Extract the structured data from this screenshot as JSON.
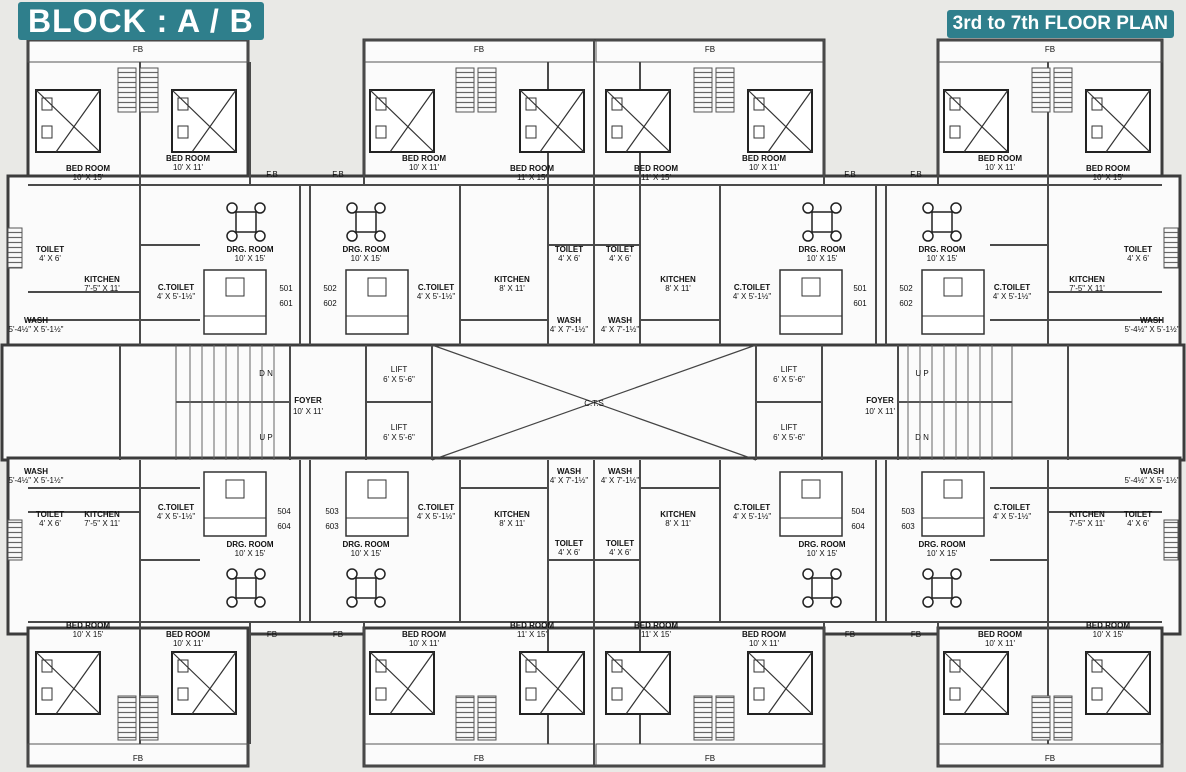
{
  "header": {
    "block_title": "BLOCK : A / B",
    "floor_plan_title": "3rd to 7th FLOOR PLAN"
  },
  "colors": {
    "badge": "#2f7f8c",
    "background": "#e9e9e6",
    "wall": "#4a4a4a"
  },
  "labels": {
    "fb": "FB",
    "fb_dot": "F.B",
    "lift_name": "LIFT",
    "lift_size": "6' X 5'-6\"",
    "foyer_name": "FOYER",
    "foyer_size": "10' X 11'",
    "cts": "C.T.S",
    "dn": "D N",
    "up": "U P",
    "up2": "U P",
    "dn2": "D N"
  },
  "units": [
    {
      "id": "unit-top-left",
      "flats": [
        "501",
        "601"
      ],
      "rooms": [
        {
          "name": "BED ROOM",
          "size": "10' X 15'"
        },
        {
          "name": "BED ROOM",
          "size": "10' X 11'"
        },
        {
          "name": "DRG. ROOM",
          "size": "10' X 15'"
        },
        {
          "name": "KITCHEN",
          "size": "7'-5\" X 11'"
        },
        {
          "name": "TOILET",
          "size": "4' X 6'"
        },
        {
          "name": "C.TOILET",
          "size": "4' X 5'-1½\""
        },
        {
          "name": "WASH",
          "size": "5'-4½\" X 5'-1½\""
        }
      ]
    },
    {
      "id": "unit-top-mid-left",
      "flats": [
        "502",
        "602"
      ],
      "rooms": [
        {
          "name": "BED ROOM",
          "size": "10' X 11'"
        },
        {
          "name": "BED ROOM",
          "size": "11' X 15'"
        },
        {
          "name": "DRG. ROOM",
          "size": "10' X 15'"
        },
        {
          "name": "KITCHEN",
          "size": "8' X 11'"
        },
        {
          "name": "TOILET",
          "size": "4' X 6'"
        },
        {
          "name": "C.TOILET",
          "size": "4' X 5'-1½\""
        },
        {
          "name": "WASH",
          "size": "4' X 7'-1½\""
        }
      ]
    },
    {
      "id": "unit-top-mid-right",
      "flats": [
        "501",
        "601"
      ],
      "rooms": [
        {
          "name": "BED ROOM",
          "size": "11' X 15'"
        },
        {
          "name": "BED ROOM",
          "size": "10' X 11'"
        },
        {
          "name": "DRG. ROOM",
          "size": "10' X 15'"
        },
        {
          "name": "KITCHEN",
          "size": "8' X 11'"
        },
        {
          "name": "TOILET",
          "size": "4' X 6'"
        },
        {
          "name": "C.TOILET",
          "size": "4' X 5'-1½\""
        },
        {
          "name": "WASH",
          "size": "4' X 7'-1½\""
        }
      ]
    },
    {
      "id": "unit-top-right",
      "flats": [
        "502",
        "602"
      ],
      "rooms": [
        {
          "name": "BED ROOM",
          "size": "10' X 11'"
        },
        {
          "name": "BED ROOM",
          "size": "10' X 15'"
        },
        {
          "name": "DRG. ROOM",
          "size": "10' X 15'"
        },
        {
          "name": "KITCHEN",
          "size": "7'-5\" X 11'"
        },
        {
          "name": "TOILET",
          "size": "4' X 6'"
        },
        {
          "name": "C.TOILET",
          "size": "4' X 5'-1½\""
        },
        {
          "name": "WASH",
          "size": "5'-4½\" X 5'-1½\""
        }
      ]
    },
    {
      "id": "unit-bottom-left",
      "flats": [
        "504",
        "604"
      ],
      "rooms": [
        {
          "name": "BED ROOM",
          "size": "10' X 15'"
        },
        {
          "name": "BED ROOM",
          "size": "10' X 11'"
        },
        {
          "name": "DRG. ROOM",
          "size": "10' X 15'"
        },
        {
          "name": "KITCHEN",
          "size": "7'-5\" X 11'"
        },
        {
          "name": "TOILET",
          "size": "4' X 6'"
        },
        {
          "name": "C.TOILET",
          "size": "4' X 5'-1½\""
        },
        {
          "name": "WASH",
          "size": "5'-4½\" X 5'-1½\""
        }
      ]
    },
    {
      "id": "unit-bottom-mid-left",
      "flats": [
        "503",
        "603"
      ],
      "rooms": [
        {
          "name": "BED ROOM",
          "size": "10' X 11'"
        },
        {
          "name": "BED ROOM",
          "size": "11' X 15'"
        },
        {
          "name": "DRG. ROOM",
          "size": "10' X 15'"
        },
        {
          "name": "KITCHEN",
          "size": "8' X 11'"
        },
        {
          "name": "TOILET",
          "size": "4' X 6'"
        },
        {
          "name": "C.TOILET",
          "size": "4' X 5'-1½\""
        },
        {
          "name": "WASH",
          "size": "4' X 7'-1½\""
        }
      ]
    },
    {
      "id": "unit-bottom-mid-right",
      "flats": [
        "504",
        "604"
      ],
      "rooms": [
        {
          "name": "BED ROOM",
          "size": "11' X 15'"
        },
        {
          "name": "BED ROOM",
          "size": "10' X 11'"
        },
        {
          "name": "DRG. ROOM",
          "size": "10' X 15'"
        },
        {
          "name": "KITCHEN",
          "size": "8' X 11'"
        },
        {
          "name": "TOILET",
          "size": "4' X 6'"
        },
        {
          "name": "C.TOILET",
          "size": "4' X 5'-1½\""
        },
        {
          "name": "WASH",
          "size": "4' X 7'-1½\""
        }
      ]
    },
    {
      "id": "unit-bottom-right",
      "flats": [
        "503",
        "603"
      ],
      "rooms": [
        {
          "name": "BED ROOM",
          "size": "10' X 11'"
        },
        {
          "name": "BED ROOM",
          "size": "10' X 15'"
        },
        {
          "name": "DRG. ROOM",
          "size": "10' X 15'"
        },
        {
          "name": "KITCHEN",
          "size": "7'-5\" X 11'"
        },
        {
          "name": "TOILET",
          "size": "4' X 6'"
        },
        {
          "name": "C.TOILET",
          "size": "4' X 5'-1½\""
        },
        {
          "name": "WASH",
          "size": "5'-4½\" X 5'-1½\""
        }
      ]
    }
  ]
}
